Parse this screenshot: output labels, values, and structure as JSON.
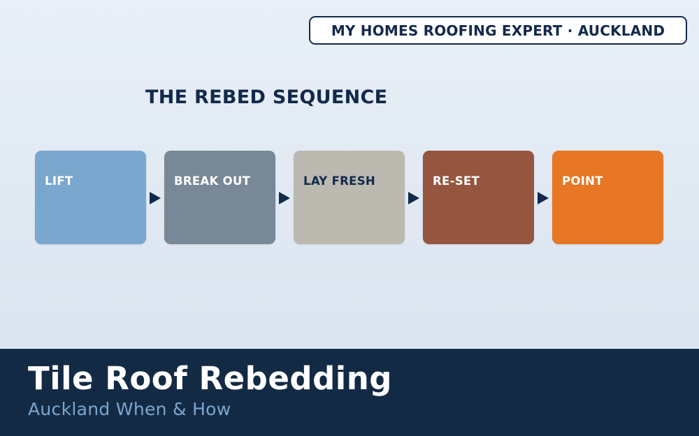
{
  "brand": {
    "label": "MY HOMES ROOFING EXPERT · AUCKLAND"
  },
  "sequence": {
    "title": "THE REBED SEQUENCE",
    "steps": [
      {
        "label": "LIFT",
        "color": "#7aa7cd",
        "text_color": "#ffffff"
      },
      {
        "label": "BREAK OUT",
        "color": "#788896",
        "text_color": "#ffffff"
      },
      {
        "label": "LAY FRESH",
        "color": "#bbb9b0",
        "text_color": "#13294b"
      },
      {
        "label": "RE-SET",
        "color": "#95553e",
        "text_color": "#ffffff"
      },
      {
        "label": "POINT",
        "color": "#e77724",
        "text_color": "#ffffff"
      }
    ]
  },
  "footer": {
    "title": "Tile Roof Rebedding",
    "subtitle": "Auckland When & How"
  },
  "colors": {
    "navy": "#13294b",
    "footer_bg": "#132a45",
    "subtitle": "#7ca6cf"
  }
}
